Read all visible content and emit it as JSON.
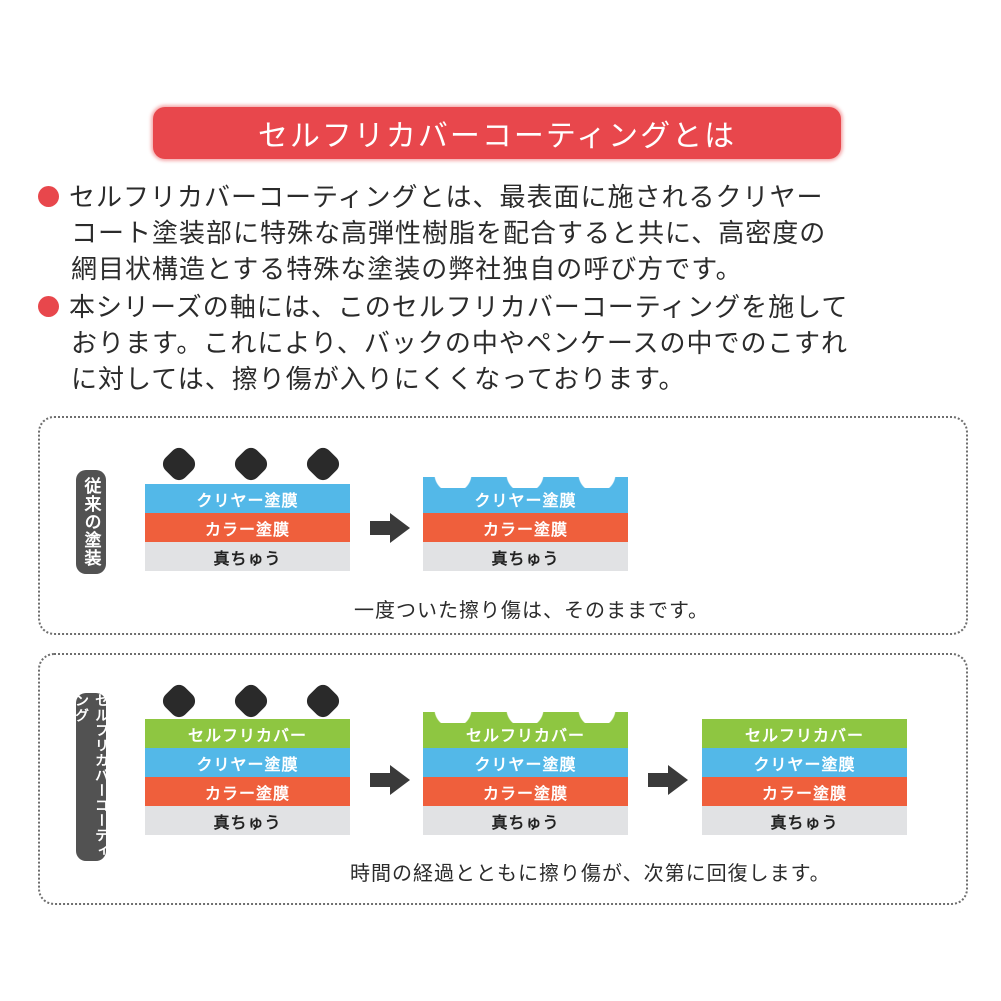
{
  "title": "セルフリカバーコーティングとは",
  "paragraphs": [
    [
      "セルフリカバーコーティングとは、最表面に施されるクリヤー",
      "コート塗装部に特殊な高弾性樹脂を配合すると共に、高密度の",
      "網目状構造とする特殊な塗装の弊社独自の呼び方です。"
    ],
    [
      "本シリーズの軸には、このセルフリカバーコーティングを施して",
      "おります。これにより、バックの中やペンケースの中でのこすれ",
      "に対しては、擦り傷が入りにくくなっております。"
    ]
  ],
  "conventional": {
    "label": "従来の塗装",
    "layers": {
      "clear": "クリヤー塗膜",
      "color": "カラー塗膜",
      "core": "真ちゅう"
    },
    "caption": "一度ついた擦り傷は、そのままです。"
  },
  "self_recover": {
    "label": "セルフリカバーコーティング",
    "layers": {
      "recover": "セルフリカバー",
      "clear": "クリヤー塗膜",
      "color": "カラー塗膜",
      "core": "真ちゅう"
    },
    "caption": "時間の経過とともに擦り傷が、次第に回復します。"
  },
  "colors": {
    "accent": "#e8474c",
    "recover_layer": "#8ec641",
    "clear_layer": "#53b8e8",
    "color_layer": "#ef5f3c",
    "core_layer": "#e1e2e4"
  }
}
